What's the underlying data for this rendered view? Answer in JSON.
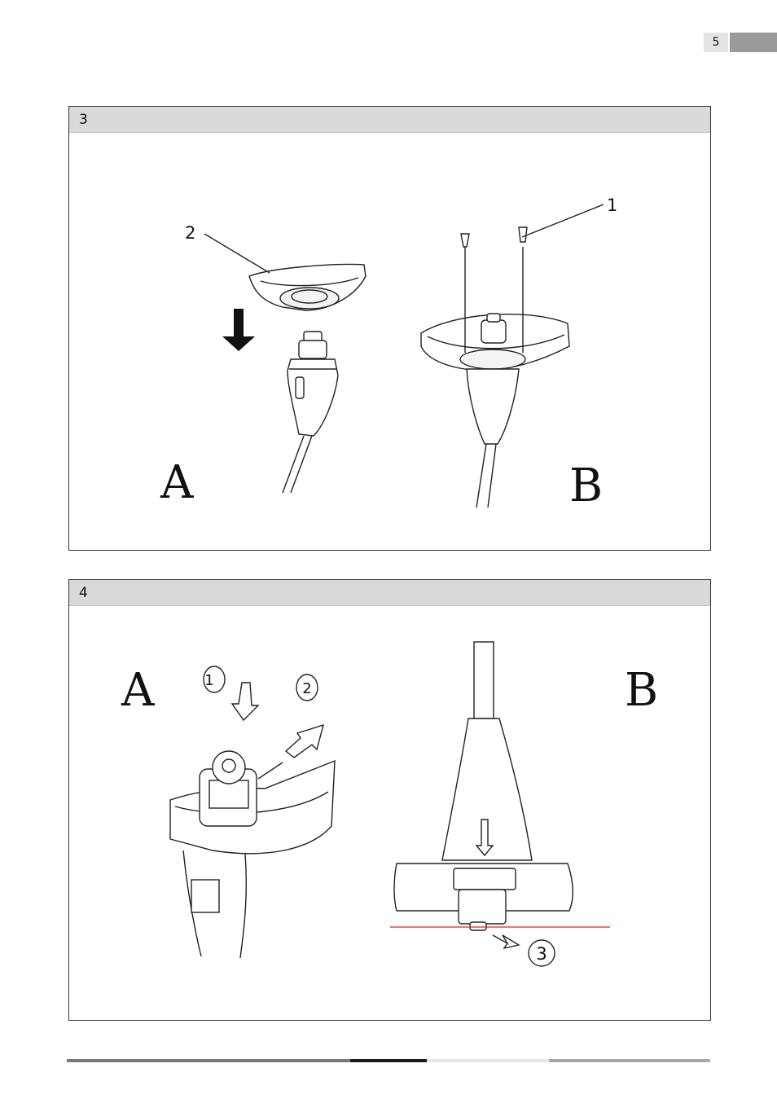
{
  "page": {
    "number": "5"
  },
  "figure3": {
    "panel_label": "3",
    "label_a": "A",
    "label_b": "B",
    "callout_1": "1",
    "callout_2": "2"
  },
  "figure4": {
    "panel_label": "4",
    "label_a": "A",
    "label_b": "B",
    "step_1": "1",
    "step_2": "2",
    "callout_3": "3"
  },
  "colors": {
    "header_bg": "#d9d9d9",
    "tab_gray": "#9a9a9a",
    "guide_line": "#e02020",
    "footer_segments": [
      "#7a7a7a",
      "#1a1a1a",
      "#e6e6e6",
      "#a8a8a8"
    ]
  }
}
